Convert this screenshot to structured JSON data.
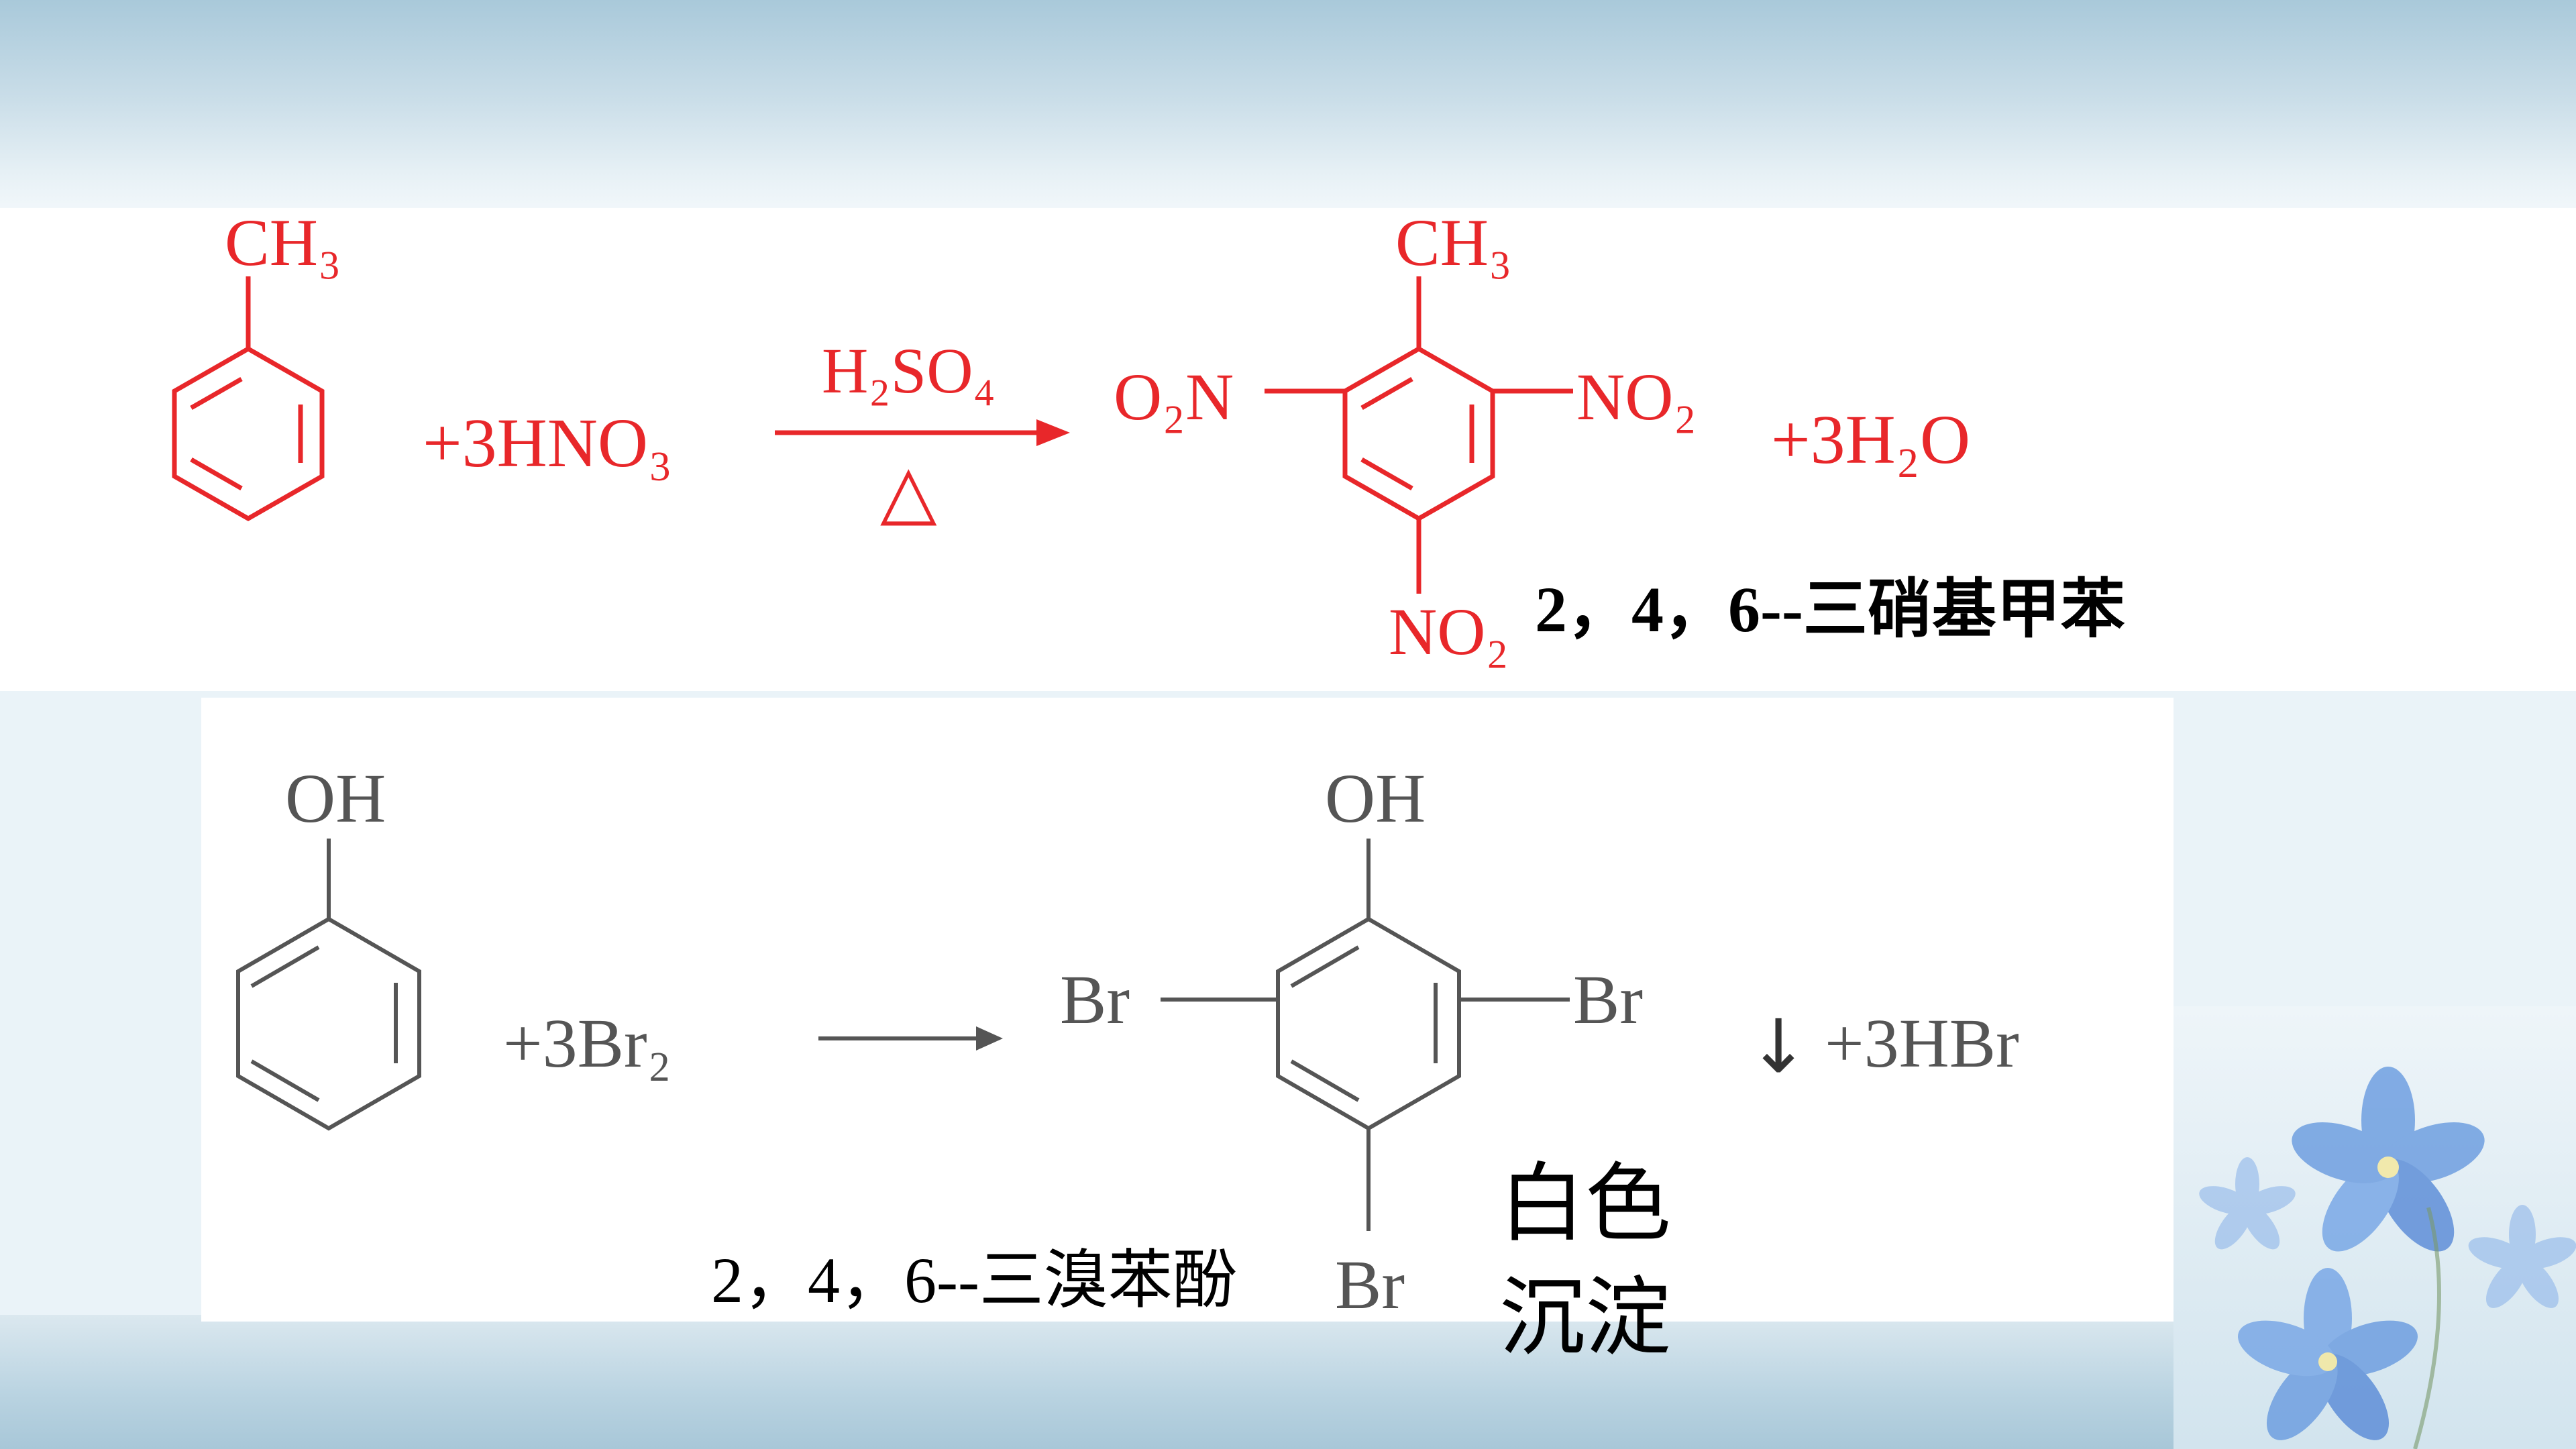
{
  "reaction1": {
    "reactant_sub": "CH₃",
    "reagent": "+3HNO₃",
    "catalyst": "H₂SO₄",
    "condition": "△",
    "product_sub_top": "CH₃",
    "product_sub_left": "O₂N",
    "product_sub_right": "NO₂",
    "product_sub_bottom": "NO₂",
    "byproduct": "+3H₂O",
    "product_name": "2，4，6--三硝基甲苯",
    "color": "#e8272a"
  },
  "reaction2": {
    "reactant_sub": "OH",
    "reagent": "+3Br₂",
    "arrow": "—→",
    "product_sub_top": "OH",
    "product_sub_left": "Br",
    "product_sub_right": "Br",
    "product_sub_bottom": "Br",
    "precipitate_arrow": "↓",
    "byproduct": "+3HBr",
    "product_name": "2，4，6--三溴苯酚",
    "precipitate_line1": "白色",
    "precipitate_line2": "沉淀",
    "color": "#555555"
  }
}
